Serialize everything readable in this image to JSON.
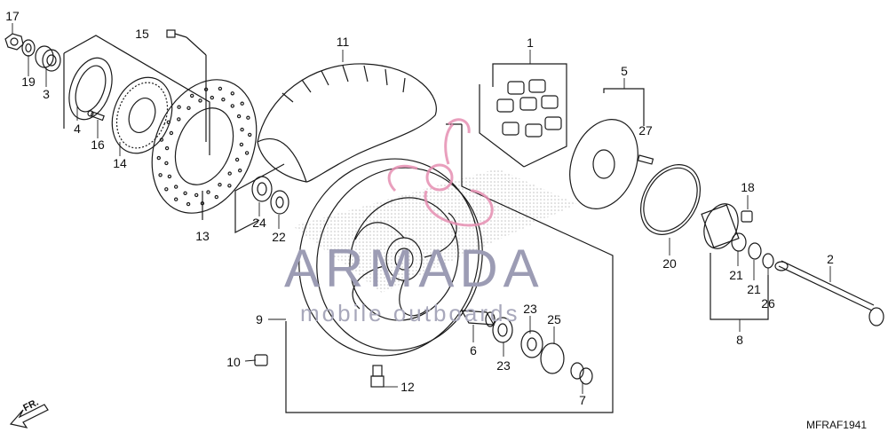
{
  "callouts": [
    {
      "id": "17",
      "text": "17"
    },
    {
      "id": "19",
      "text": "19"
    },
    {
      "id": "3",
      "text": "3"
    },
    {
      "id": "4",
      "text": "4"
    },
    {
      "id": "16",
      "text": "16"
    },
    {
      "id": "14",
      "text": "14"
    },
    {
      "id": "15",
      "text": "15"
    },
    {
      "id": "13",
      "text": "13"
    },
    {
      "id": "11",
      "text": "11"
    },
    {
      "id": "24",
      "text": "24"
    },
    {
      "id": "22",
      "text": "22"
    },
    {
      "id": "9",
      "text": "9"
    },
    {
      "id": "10",
      "text": "10"
    },
    {
      "id": "12",
      "text": "12"
    },
    {
      "id": "6",
      "text": "6"
    },
    {
      "id": "23a",
      "text": "23"
    },
    {
      "id": "23b",
      "text": "23"
    },
    {
      "id": "25",
      "text": "25"
    },
    {
      "id": "7",
      "text": "7"
    },
    {
      "id": "1",
      "text": "1"
    },
    {
      "id": "5",
      "text": "5"
    },
    {
      "id": "27",
      "text": "27"
    },
    {
      "id": "18",
      "text": "18"
    },
    {
      "id": "20",
      "text": "20"
    },
    {
      "id": "21a",
      "text": "21"
    },
    {
      "id": "21b",
      "text": "21"
    },
    {
      "id": "26",
      "text": "26"
    },
    {
      "id": "8",
      "text": "8"
    },
    {
      "id": "2",
      "text": "2"
    }
  ],
  "direction_marker": "FR.",
  "diagram_code": "MFRAF1941",
  "watermark": {
    "brand": "ARMADA",
    "subtitle": "mobile outboards"
  },
  "colors": {
    "line": "#1a1a1a",
    "shade": "#b8b8b8",
    "watermark_pink": "#e68fb2",
    "watermark_text": "#9c9cb4"
  }
}
